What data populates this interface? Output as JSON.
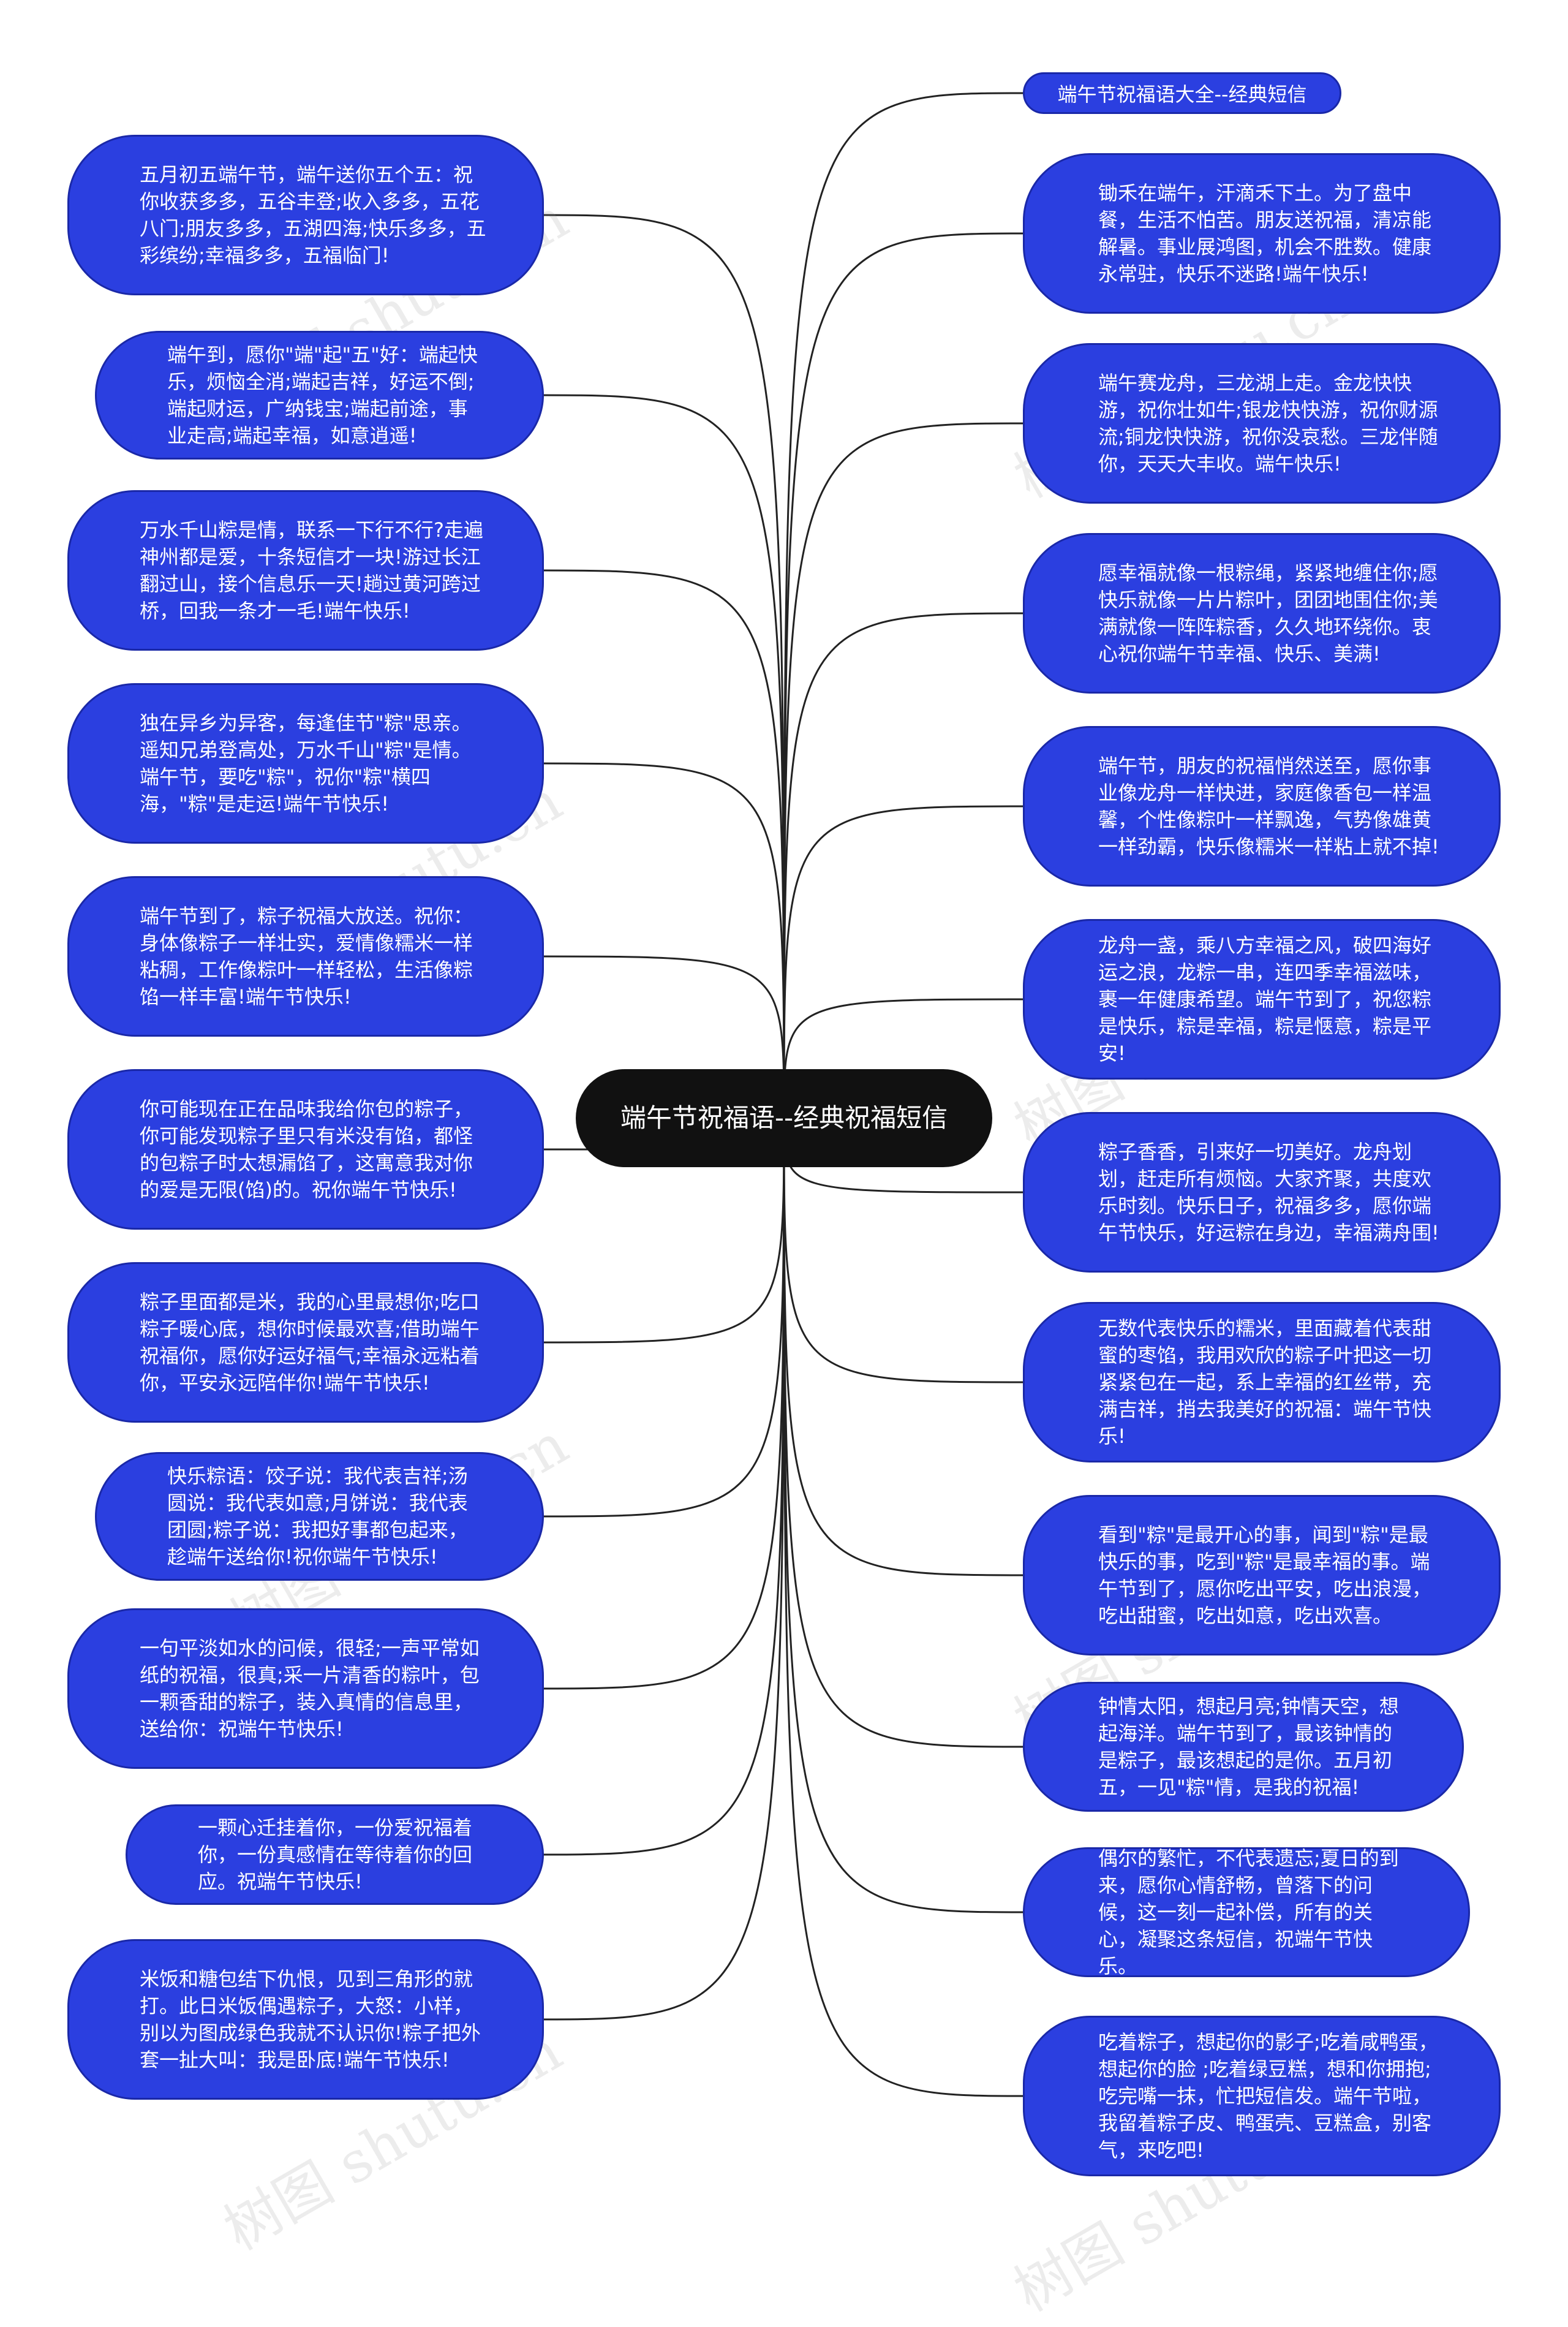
{
  "root": {
    "title": "端午节祝福语--经典祝福短信"
  },
  "right_title": {
    "text": "端午节祝福语大全--经典短信"
  },
  "left_items": [
    "五月初五端午节，端午送你五个五：祝你收获多多，五谷丰登;收入多多，五花八门;朋友多多，五湖四海;快乐多多，五彩缤纷;幸福多多，五福临门!",
    "端午到，愿你\"端\"起\"五\"好：端起快乐，烦恼全消;端起吉祥，好运不倒;端起财运，广纳钱宝;端起前途，事业走高;端起幸福，如意逍遥!",
    "万水千山粽是情，联系一下行不行?走遍神州都是爱，十条短信才一块!游过长江翻过山，接个信息乐一天!趟过黄河跨过桥，回我一条才一毛!端午快乐!",
    "独在异乡为异客，每逢佳节\"粽\"思亲。遥知兄弟登高处，万水千山\"粽\"是情。端午节，要吃\"粽\"，祝你\"粽\"横四海，\"粽\"是走运!端午节快乐!",
    "端午节到了，粽子祝福大放送。祝你：身体像粽子一样壮实，爱情像糯米一样粘稠，工作像粽叶一样轻松，生活像粽馅一样丰富!端午节快乐!",
    "你可能现在正在品味我给你包的粽子，你可能发现粽子里只有米没有馅，都怪的包粽子时太想漏馅了，这寓意我对你的爱是无限(馅)的。祝你端午节快乐!",
    "粽子里面都是米，我的心里最想你;吃口粽子暖心底，想你时候最欢喜;借助端午祝福你，愿你好运好福气;幸福永远粘着你，平安永远陪伴你!端午节快乐!",
    "快乐粽语：饺子说：我代表吉祥;汤圆说：我代表如意;月饼说：我代表团圆;粽子说：我把好事都包起来，趁端午送给你!祝你端午节快乐!",
    "一句平淡如水的问候，很轻;一声平常如纸的祝福，很真;采一片清香的粽叶，包一颗香甜的粽子，装入真情的信息里，送给你：祝端午节快乐!",
    "一颗心迁挂着你，一份爱祝福着你，一份真感情在等待着你的回应。祝端午节快乐!",
    "米饭和糖包结下仇恨，见到三角形的就打。此日米饭偶遇粽子，大怒：小样，别以为图成绿色我就不认识你!粽子把外套一扯大叫：我是卧底!端午节快乐!"
  ],
  "right_items": [
    "锄禾在端午，汗滴禾下土。为了盘中餐，生活不怕苦。朋友送祝福，清凉能解暑。事业展鸿图，机会不胜数。健康永常驻，快乐不迷路!端午快乐!",
    "端午赛龙舟，三龙湖上走。金龙快快游，祝你壮如牛;银龙快快游，祝你财源流;铜龙快快游，祝你没哀愁。三龙伴随你，天天大丰收。端午快乐!",
    "愿幸福就像一根粽绳，紧紧地缠住你;愿快乐就像一片片粽叶，团团地围住你;美满就像一阵阵粽香，久久地环绕你。衷心祝你端午节幸福、快乐、美满!",
    "端午节，朋友的祝福悄然送至，愿你事业像龙舟一样快进，家庭像香包一样温馨，个性像粽叶一样飘逸，气势像雄黄一样劲霸，快乐像糯米一样粘上就不掉!",
    "龙舟一盏，乘八方幸福之风，破四海好运之浪，龙粽一串，连四季幸福滋味，裹一年健康希望。端午节到了，祝您粽是快乐，粽是幸福，粽是惬意，粽是平安!",
    "粽子香香，引来好一切美好。龙舟划划，赶走所有烦恼。大家齐聚，共度欢乐时刻。快乐日子，祝福多多，愿你端午节快乐，好运粽在身边，幸福满舟围!",
    "无数代表快乐的糯米，里面藏着代表甜蜜的枣馅，我用欢欣的粽子叶把这一切紧紧包在一起，系上幸福的红丝带，充满吉祥，捎去我美好的祝福：端午节快乐!",
    "看到\"粽\"是最开心的事，闻到\"粽\"是最快乐的事，吃到\"粽\"是最幸福的事。端午节到了，愿你吃出平安，吃出浪漫，吃出甜蜜，吃出如意，吃出欢喜。",
    "钟情太阳，想起月亮;钟情天空，想起海洋。端午节到了，最该钟情的是粽子，最该想起的是你。五月初五，一见\"粽\"情，是我的祝福!",
    "偶尔的繁忙，不代表遗忘;夏日的到来，愿你心情舒畅，曾落下的问候，这一刻一起补偿，所有的关心，凝聚这条短信，祝端午节快乐。",
    "吃着粽子，想起你的影子;吃着咸鸭蛋，想起你的脸 ;吃着绿豆糕，想和你拥抱;吃完嘴一抹，忙把短信发。端午节啦，我留着粽子皮、鸭蛋壳、豆糕盒，别客气，来吃吧!"
  ],
  "watermark": "树图 shutu.cn"
}
